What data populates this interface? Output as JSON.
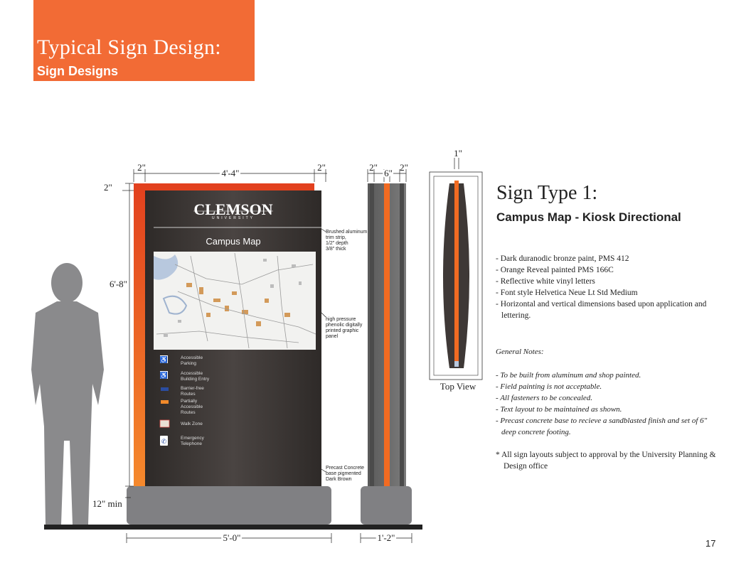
{
  "header": {
    "title": "Typical Sign Design:",
    "subtitle": "Sign Designs"
  },
  "sign": {
    "type_title": "Sign Type 1:",
    "type_subtitle": "Campus Map - Kiosk Directional",
    "specs": [
      "- Dark duranodic bronze paint, PMS 412",
      "- Orange Reveal painted PMS 166C",
      "- Reflective white vinyl letters",
      "- Font style Helvetica Neue Lt Std Medium",
      "- Horizontal and vertical dimensions based upon application and lettering."
    ],
    "notes_title": "General Notes:",
    "notes": [
      "- To be built from aluminum and shop painted.",
      "- Field painting is not acceptable.",
      "- All fasteners to be concealed.",
      "- Text layout to be maintained as shown.",
      "- Precast concrete base to recieve a sandblasted finish and set of 6\" deep concrete footing."
    ],
    "approval_note": "* All sign layouts subject to approval by the University Planning & Design office"
  },
  "drawing": {
    "logo_main": "CLEMSON",
    "logo_sub": "UNIVERSITY",
    "panel_title": "Campus Map",
    "legend": [
      {
        "icon": "accessible-parking-icon",
        "line1": "Accessible",
        "line2": "Parking"
      },
      {
        "icon": "accessible-entry-icon",
        "line1": "Accessible",
        "line2": "Building Entry"
      },
      {
        "icon": "barrier-free-route-icon",
        "line1": "Barrier-free",
        "line2": "Routes"
      },
      {
        "icon": "partial-route-icon",
        "line1": "Partially",
        "line2": "Accessible",
        "line3": "Routes"
      },
      {
        "icon": "walk-zone-icon",
        "line1": "Walk Zone"
      },
      {
        "icon": "emergency-phone-icon",
        "line1": "Emergency",
        "line2": "Telephone"
      }
    ],
    "callouts": {
      "trim_1": "Brushed aluminum",
      "trim_2": "trim strip,",
      "trim_3": "1/2\" depth",
      "trim_4": "3/8\" thick",
      "panel_1": "high pressure",
      "panel_2": "phenolic digitally",
      "panel_3": "printed graphic",
      "panel_4": "panel",
      "base_1": "Precast Concrete",
      "base_2": "base pigmented",
      "base_3": "Dark Brown"
    },
    "dims": {
      "top_left": "2\"",
      "top_width": "4'-4\"",
      "top_right": "2\"",
      "side_left": "2\"",
      "side_mid": "6\"",
      "side_right": "2\"",
      "top_view_dim": "1\"",
      "corner": "2\"",
      "height": "6'-8\"",
      "base_min": "12\" min",
      "base_width": "5'-0\"",
      "side_base_width": "1'-2\""
    },
    "top_view_label": "Top View"
  },
  "colors": {
    "header_orange": "#f26b35",
    "bronze": "#3e3836",
    "reveal_orange": "#f26b22",
    "base_gray": "#808083",
    "figure_gray": "#8a8a8c"
  },
  "page_number": "17"
}
